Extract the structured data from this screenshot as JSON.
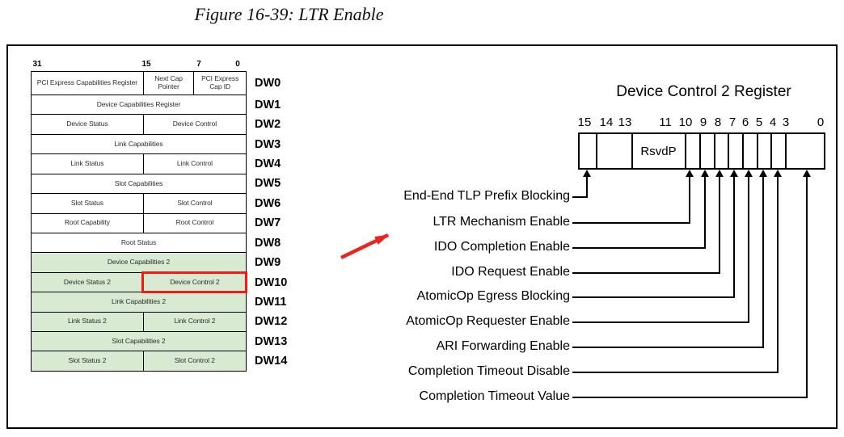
{
  "figure": {
    "title": "Figure 16-39: LTR Enable"
  },
  "register_map": {
    "bit_scale": [
      "31",
      "15",
      "7",
      "0"
    ],
    "rows": [
      {
        "dw": "DW0",
        "green": false,
        "cells": [
          {
            "t": "PCI Express Capabilities Register"
          },
          {
            "t": "Next Cap Pointer"
          },
          {
            "t": "PCI Express Cap ID"
          }
        ]
      },
      {
        "dw": "DW1",
        "green": false,
        "cells": [
          {
            "t": "Device Capabilities Register"
          }
        ]
      },
      {
        "dw": "DW2",
        "green": false,
        "cells": [
          {
            "t": "Device Status"
          },
          {
            "t": "Device Control"
          }
        ]
      },
      {
        "dw": "DW3",
        "green": false,
        "cells": [
          {
            "t": "Link Capabilities"
          }
        ]
      },
      {
        "dw": "DW4",
        "green": false,
        "cells": [
          {
            "t": "Link Status"
          },
          {
            "t": "Link Control"
          }
        ]
      },
      {
        "dw": "DW5",
        "green": false,
        "cells": [
          {
            "t": "Slot Capabilities"
          }
        ]
      },
      {
        "dw": "DW6",
        "green": false,
        "cells": [
          {
            "t": "Slot Status"
          },
          {
            "t": "Slot Control"
          }
        ]
      },
      {
        "dw": "DW7",
        "green": false,
        "cells": [
          {
            "t": "Root Capability"
          },
          {
            "t": "Root Control"
          }
        ]
      },
      {
        "dw": "DW8",
        "green": false,
        "cells": [
          {
            "t": "Root Status"
          }
        ]
      },
      {
        "dw": "DW9",
        "green": true,
        "cells": [
          {
            "t": "Device Capabilities 2"
          }
        ]
      },
      {
        "dw": "DW10",
        "green": true,
        "cells": [
          {
            "t": "Device Status 2"
          },
          {
            "t": "Device Control 2",
            "highlight": true
          }
        ]
      },
      {
        "dw": "DW11",
        "green": true,
        "cells": [
          {
            "t": "Link Capabilities 2"
          }
        ]
      },
      {
        "dw": "DW12",
        "green": true,
        "cells": [
          {
            "t": "Link Status 2"
          },
          {
            "t": "Link Control 2"
          }
        ]
      },
      {
        "dw": "DW13",
        "green": true,
        "cells": [
          {
            "t": "Slot Capabilities 2"
          }
        ]
      },
      {
        "dw": "DW14",
        "green": true,
        "cells": [
          {
            "t": "Slot Status 2"
          },
          {
            "t": "Slot Control 2"
          }
        ]
      }
    ]
  },
  "register_detail": {
    "title": "Device Control 2 Register",
    "bit_labels": [
      "15",
      "14",
      "13",
      "11",
      "10",
      "9",
      "8",
      "7",
      "6",
      "5",
      "4",
      "3",
      "0"
    ],
    "rsvdp_label": "RsvdP",
    "fields": [
      {
        "label": "End-End TLP Prefix Blocking",
        "bit": "15"
      },
      {
        "label": "LTR Mechanism Enable",
        "bit": "10"
      },
      {
        "label": "IDO Completion Enable",
        "bit": "9"
      },
      {
        "label": "IDO Request Enable",
        "bit": "8"
      },
      {
        "label": "AtomicOp Egress Blocking",
        "bit": "7"
      },
      {
        "label": "AtomicOp Requester Enable",
        "bit": "6"
      },
      {
        "label": "ARI Forwarding Enable",
        "bit": "5"
      },
      {
        "label": "Completion Timeout Disable",
        "bit": "4"
      },
      {
        "label": "Completion Timeout Value",
        "bit": "3:0"
      }
    ]
  },
  "colors": {
    "green_fill": "#d9ead3",
    "highlight_red": "#ee1b16",
    "annotation_arrow_red": "#e8251f"
  }
}
